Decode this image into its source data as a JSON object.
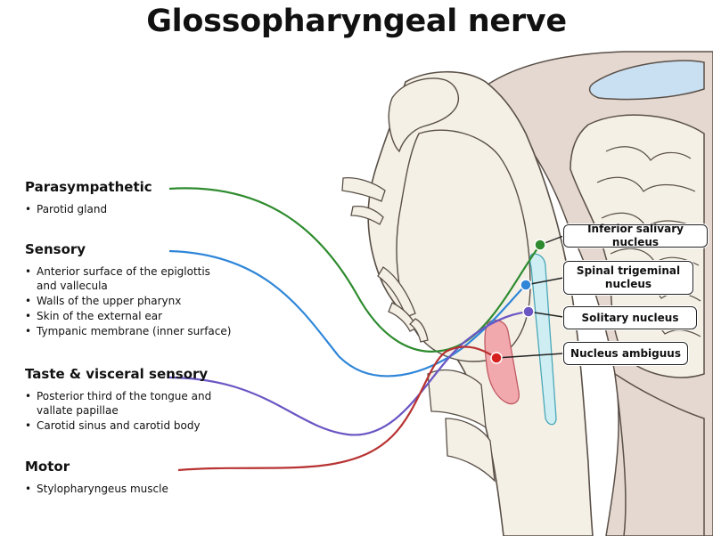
{
  "title": "Glossopharyngeal nerve",
  "sections": {
    "parasympathetic": {
      "title": "Parasympathetic",
      "items": [
        "Parotid gland"
      ],
      "color": "#2e8b2e"
    },
    "sensory": {
      "title": "Sensory",
      "items": [
        "Anterior surface of the epiglottis and vallecula",
        "Walls of the upper pharynx",
        "Skin of the external ear",
        "Tympanic membrane (inner surface)"
      ],
      "color": "#2f86d8"
    },
    "taste": {
      "title": "Taste & visceral sensory",
      "items": [
        "Posterior third of the tongue and vallate papillae",
        "Carotid sinus and carotid body"
      ],
      "color": "#6b56c4"
    },
    "motor": {
      "title": "Motor",
      "items": [
        "Stylopharyngeus muscle"
      ],
      "color": "#b83232"
    }
  },
  "nuclei": {
    "inferior_salivary": "Inferior salivary nucleus",
    "spinal_trigeminal": "Spinal trigeminal nucleus",
    "solitary": "Solitary nucleus",
    "ambiguus": "Nucleus ambiguus"
  },
  "colors": {
    "brainstem_fill": "#f4f0e6",
    "outline": "#5a5048",
    "bone_fill": "#e4d8d0",
    "ventricle": "#c9dff2",
    "ambiguus_fill": "#f2a9ad",
    "solitary_fill": "#cfeef3"
  }
}
